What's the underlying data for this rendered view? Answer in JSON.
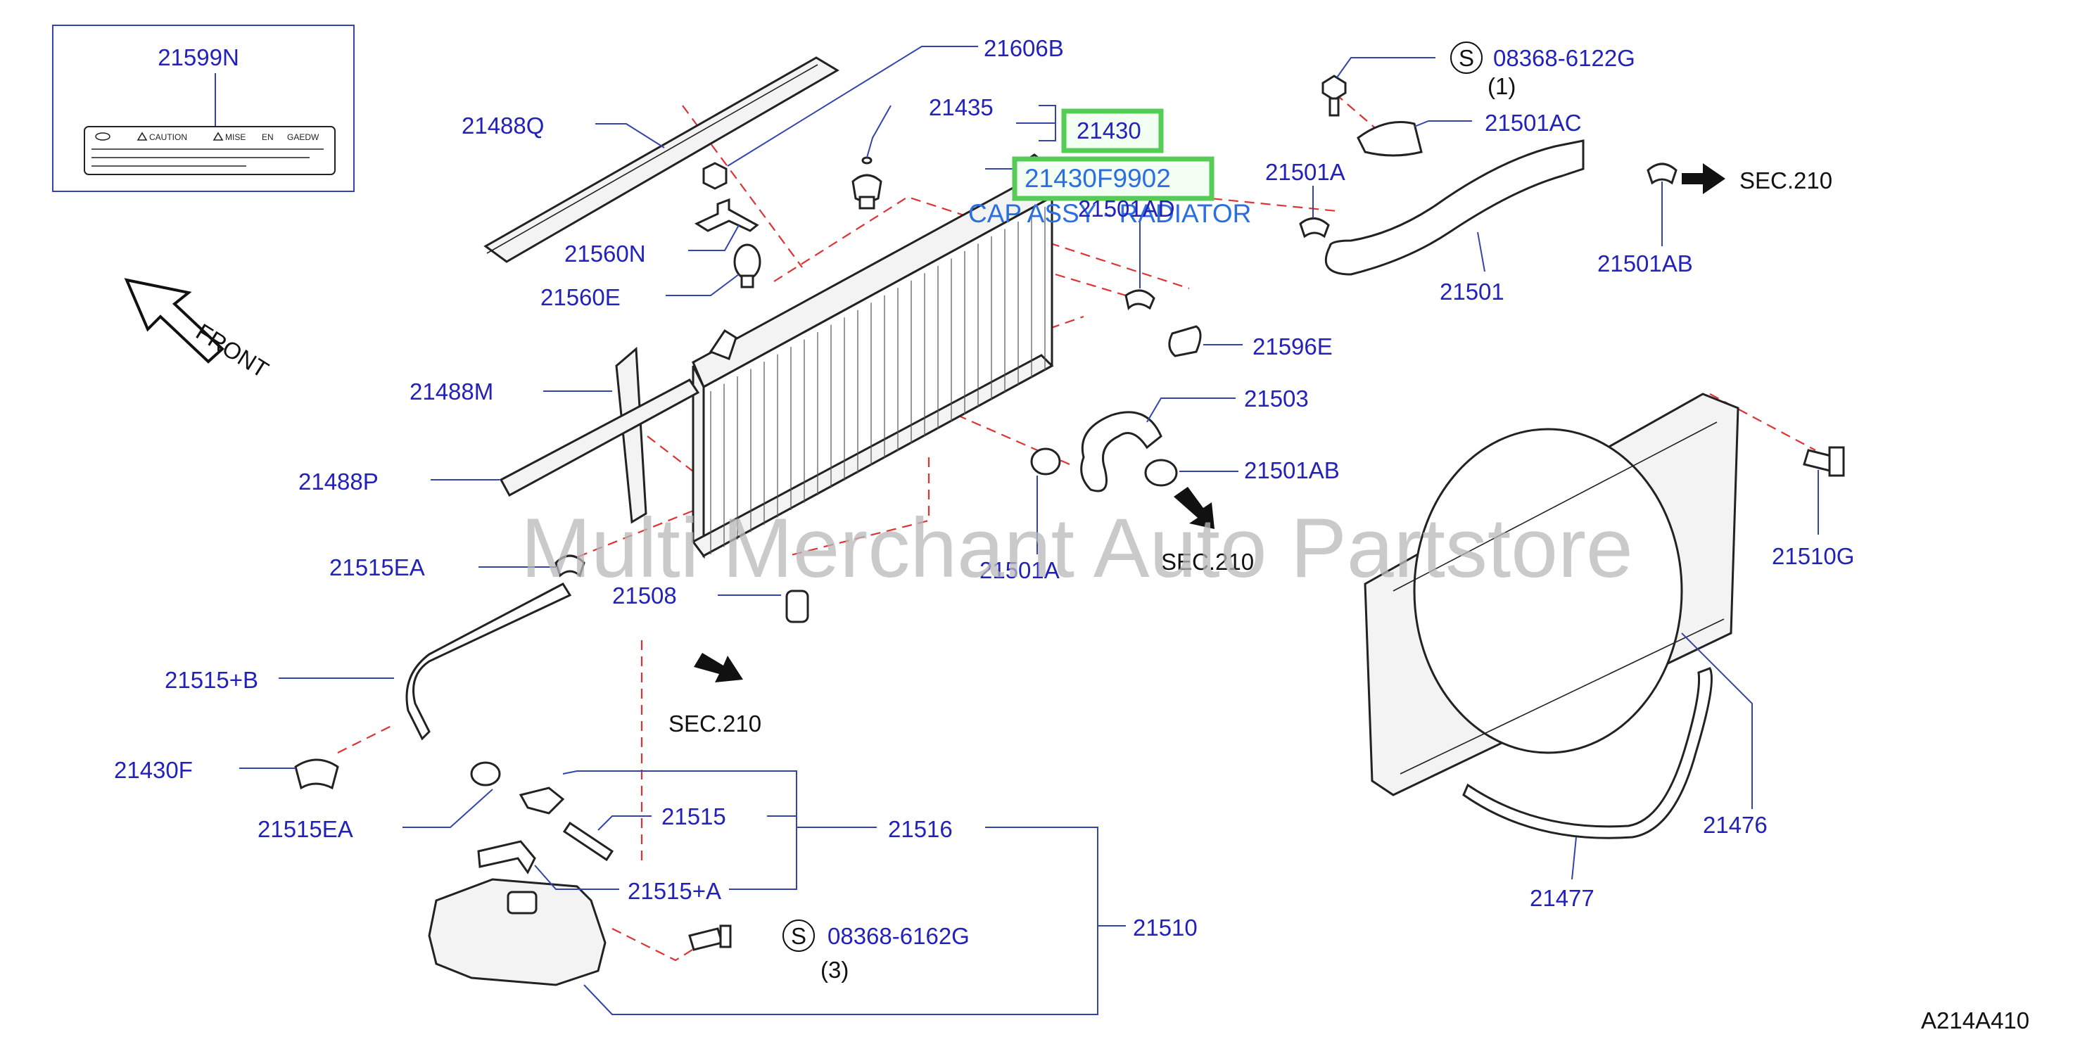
{
  "diagram": {
    "watermark": "Multi Merchant Auto Partstore",
    "diagram_code": "A214A410",
    "front_label": "FRONT",
    "label_inset": {
      "part": "21599N",
      "caution": "CAUTION",
      "mise": "MISE",
      "en": "EN",
      "gaedw": "GAEDW"
    },
    "highlight": {
      "main_part": "21430",
      "part_number": "21430F9902",
      "description": "CAP ASSY - RADIATOR"
    },
    "parts": {
      "p21606B": "21606B",
      "p21488Q": "21488Q",
      "p21435": "21435",
      "p21560N": "21560N",
      "p21560E": "21560E",
      "p21501AD": "21501AD",
      "p21488M": "21488M",
      "p21488P": "21488P",
      "p21596E": "21596E",
      "p21503": "21503",
      "p21501AB_lower": "21501AB",
      "p21501A_lower": "21501A",
      "p21515EA_upper": "21515EA",
      "p21508": "21508",
      "p21515B": "21515+B",
      "p21430F": "21430F",
      "p21515EA_lower": "21515EA",
      "p21515": "21515",
      "p21516": "21516",
      "p21515A": "21515+A",
      "p21510": "21510",
      "p08368_6162G": "08368-6162G",
      "qty_6162G": "(3)",
      "p08368_6122G": "08368-6122G",
      "qty_6122G": "(1)",
      "p21501AC": "21501AC",
      "p21501A_upper": "21501A",
      "p21501": "21501",
      "p21501AB_upper": "21501AB",
      "p21510G": "21510G",
      "p21476": "21476",
      "p21477": "21477",
      "s_symbol": "S"
    },
    "sec_refs": {
      "sec_top_right": "SEC.210",
      "sec_mid": "SEC.210",
      "sec_lower_left": "SEC.210"
    }
  }
}
